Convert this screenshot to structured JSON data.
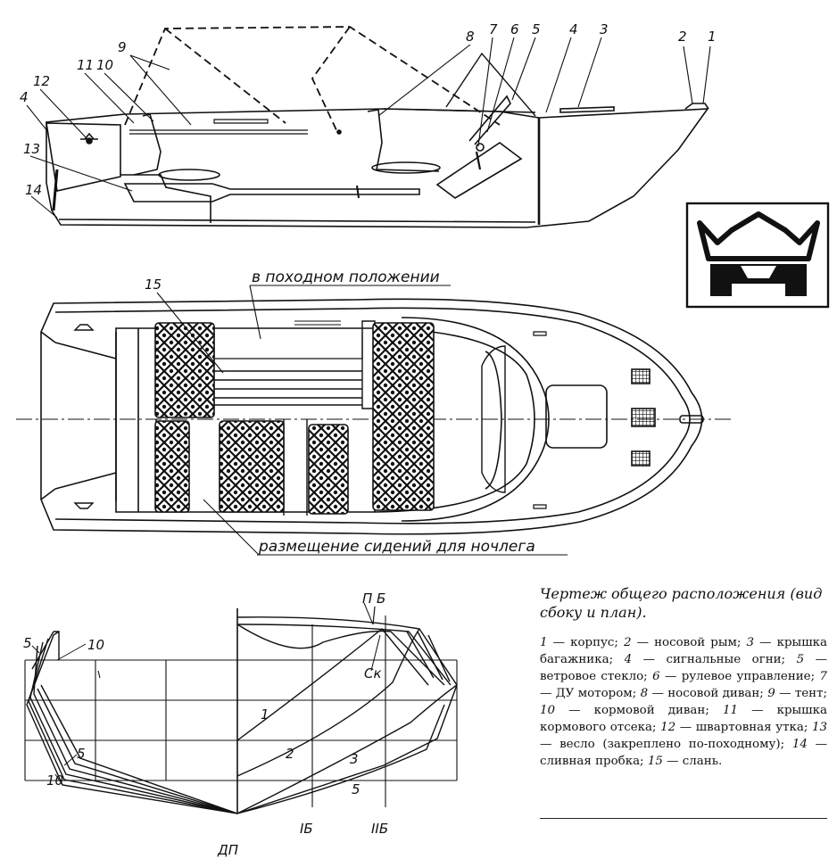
{
  "side_view": {
    "labels": [
      "1",
      "2",
      "3",
      "4",
      "5",
      "6",
      "7",
      "8",
      "9",
      "10",
      "11",
      "12",
      "13",
      "14",
      "4"
    ]
  },
  "plan_view": {
    "label_15": "15",
    "travel_position": "в походном положении",
    "sleeping_position": "размещение сидений для ночлега"
  },
  "body_plan": {
    "pb": "П Б",
    "sk": "Ск",
    "dp": "ДП",
    "ib": "IБ",
    "iib": "IIБ",
    "left_labels": [
      "5",
      "10",
      "5",
      "10"
    ],
    "line_labels": [
      "1",
      "2",
      "3",
      "5"
    ]
  },
  "caption": {
    "title": "Чертеж общего расположения (вид сбоку и план).",
    "legend": [
      {
        "n": "1",
        "text": "корпус;"
      },
      {
        "n": "2",
        "text": "носовой рым;"
      },
      {
        "n": "3",
        "text": "крышка багажника;"
      },
      {
        "n": "4",
        "text": "сигнальные огни;"
      },
      {
        "n": "5",
        "text": "ветровое стекло;"
      },
      {
        "n": "6",
        "text": "рулевое управление;"
      },
      {
        "n": "7",
        "text": "ДУ мотором;"
      },
      {
        "n": "8",
        "text": "носовой диван;"
      },
      {
        "n": "9",
        "text": "тент;"
      },
      {
        "n": "10",
        "text": "кормовой диван;"
      },
      {
        "n": "11",
        "text": "крышка кормового отсека;"
      },
      {
        "n": "12",
        "text": "швартовная утка;"
      },
      {
        "n": "13",
        "text": "весло (закреплено по-походному);"
      },
      {
        "n": "14",
        "text": "сливная пробка;"
      },
      {
        "n": "15",
        "text": "слань."
      }
    ]
  },
  "logo": {
    "name": "manufacturer-logo-icon"
  }
}
